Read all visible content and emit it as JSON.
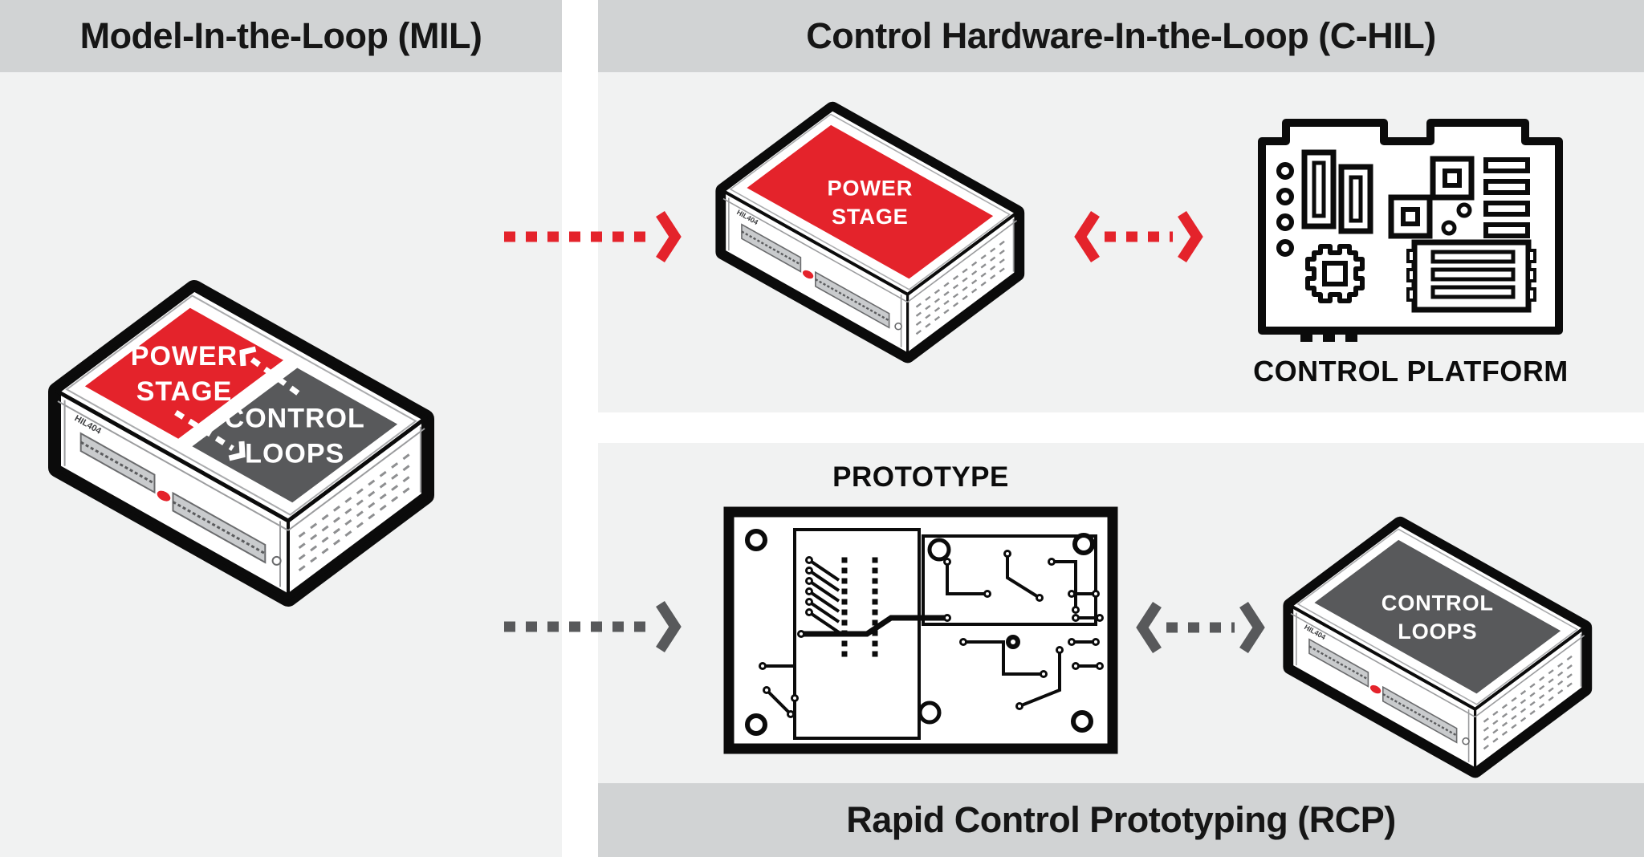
{
  "panels": {
    "mil": {
      "title": "Model-In-the-Loop (MIL)"
    },
    "chil": {
      "title": "Control Hardware-In-the-Loop (C-HIL)"
    },
    "rcp": {
      "title": "Rapid Control Prototyping (RCP)"
    }
  },
  "labels": {
    "prototype": "PROTOTYPE",
    "control_platform": "CONTROL PLATFORM"
  },
  "devices": {
    "mil": {
      "model": "HIL404",
      "plates": [
        {
          "color_role": "red",
          "label": "POWER STAGE"
        },
        {
          "color_role": "gray",
          "label": "CONTROL LOOPS"
        }
      ]
    },
    "chil": {
      "model": "HIL404",
      "plates": [
        {
          "color_role": "red",
          "label": "POWER STAGE"
        }
      ]
    },
    "rcp": {
      "model": "HIL404",
      "plates": [
        {
          "color_role": "gray",
          "label": "CONTROL LOOPS"
        }
      ]
    }
  },
  "arrows": [
    {
      "name": "mil-to-chil-arrow",
      "from": "MIL device",
      "to": "C-HIL device",
      "color_role": "red",
      "bidirectional": false
    },
    {
      "name": "chil-platform-arrow",
      "from": "C-HIL device",
      "to": "Control platform",
      "color_role": "red",
      "bidirectional": true
    },
    {
      "name": "mil-to-prototype-arrow",
      "from": "MIL device",
      "to": "Prototype PCB",
      "color_role": "gray",
      "bidirectional": false
    },
    {
      "name": "prototype-rcp-arrow",
      "from": "Prototype PCB",
      "to": "RCP device",
      "color_role": "gray",
      "bidirectional": true
    }
  ],
  "colors": {
    "red": "#e4232b",
    "dark_gray": "#58595b",
    "header_gray": "#d1d3d4",
    "panel_bg": "#f1f2f2",
    "outline": "#0b0b0b",
    "white": "#ffffff"
  }
}
